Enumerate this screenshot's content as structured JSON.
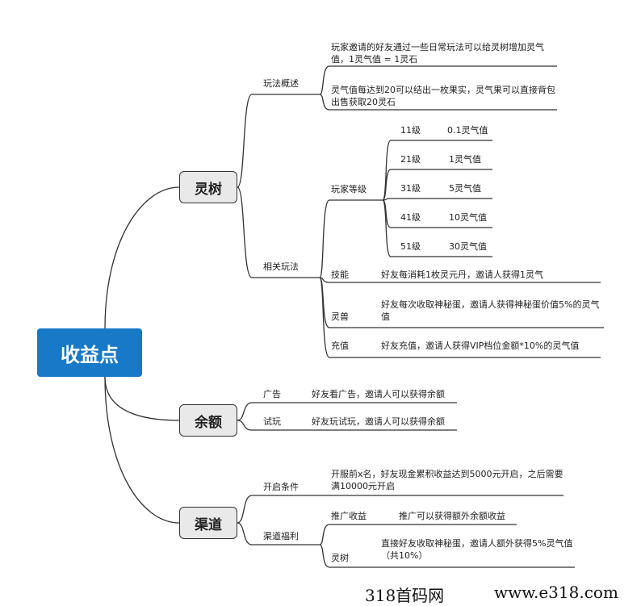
{
  "root": "收益点",
  "branches": {
    "lingshu": {
      "label": "灵树",
      "wanfa_gaishu": {
        "label": "玩法概述",
        "items": [
          "玩家邀请的好友通过一些日常玩法可以给灵树增加灵气值，1灵气值 = 1灵石",
          "灵气值每达到20可以结出一枚果实，灵气果可以直接背包出售获取20灵石"
        ]
      },
      "xiangguan_wanfa": {
        "label": "相关玩法",
        "player_level": {
          "label": "玩家等级",
          "rows": [
            {
              "level": "11级",
              "value": "0.1灵气值"
            },
            {
              "level": "21级",
              "value": "1灵气值"
            },
            {
              "level": "31级",
              "value": "5灵气值"
            },
            {
              "level": "41级",
              "value": "10灵气值"
            },
            {
              "level": "51级",
              "value": "30灵气值"
            }
          ]
        },
        "skill": {
          "label": "技能",
          "desc": "好友每消耗1枚灵元丹，邀请人获得1灵气"
        },
        "beast": {
          "label": "灵兽",
          "desc": "好友每次收取神秘蛋，邀请人获得神秘蛋价值5%的灵气值"
        },
        "recharge": {
          "label": "充值",
          "desc": "好友充值，邀请人获得VIP档位金额*10%的灵气值"
        }
      }
    },
    "yue": {
      "label": "余额",
      "items": [
        {
          "label": "广告",
          "desc": "好友看广告，邀请人可以获得余额"
        },
        {
          "label": "试玩",
          "desc": "好友玩试玩，邀请人可以获得余额"
        }
      ]
    },
    "qudao": {
      "label": "渠道",
      "open_condition": {
        "label": "开启条件",
        "desc": "开服前x名，好友现金累积收益达到5000元开启，之后需要满10000元开启"
      },
      "benefit": {
        "label": "渠道福利",
        "promo": {
          "label": "推广收益",
          "desc": "推广可以获得额外余额收益"
        },
        "tree": {
          "label": "灵树",
          "desc": "直接好友收取神秘蛋，邀请人额外获得5%灵气值（共10%）"
        }
      }
    }
  },
  "watermark": {
    "left": "318首码网",
    "right": "www.e318.com"
  },
  "colors": {
    "root_fill": "#1779c7",
    "branch_fill": "#e9e9e9",
    "line": "#333333"
  }
}
